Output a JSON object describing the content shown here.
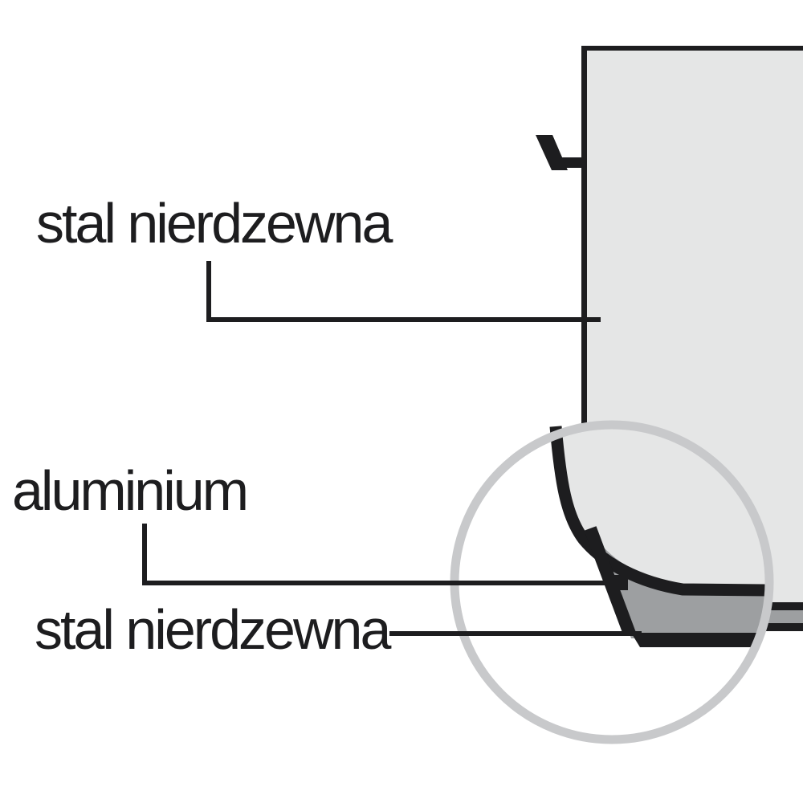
{
  "labels": {
    "stainless_top": "stal nierdzewna",
    "aluminium": "aluminium",
    "stainless_bottom": "stal nierdzewna"
  },
  "layers": [
    {
      "order": 1,
      "material": "stal nierdzewna",
      "position": "inner pot body / wall"
    },
    {
      "order": 2,
      "material": "aluminium",
      "position": "core of sandwich bottom"
    },
    {
      "order": 3,
      "material": "stal nierdzewna",
      "position": "outer bottom layer"
    }
  ],
  "colors": {
    "background": "#ffffff",
    "pot_body_fill": "#e5e6e6",
    "aluminium_fill": "#9d9fa1",
    "line_black": "#1d1d1f",
    "lens_ring": "#c8c9cb"
  }
}
